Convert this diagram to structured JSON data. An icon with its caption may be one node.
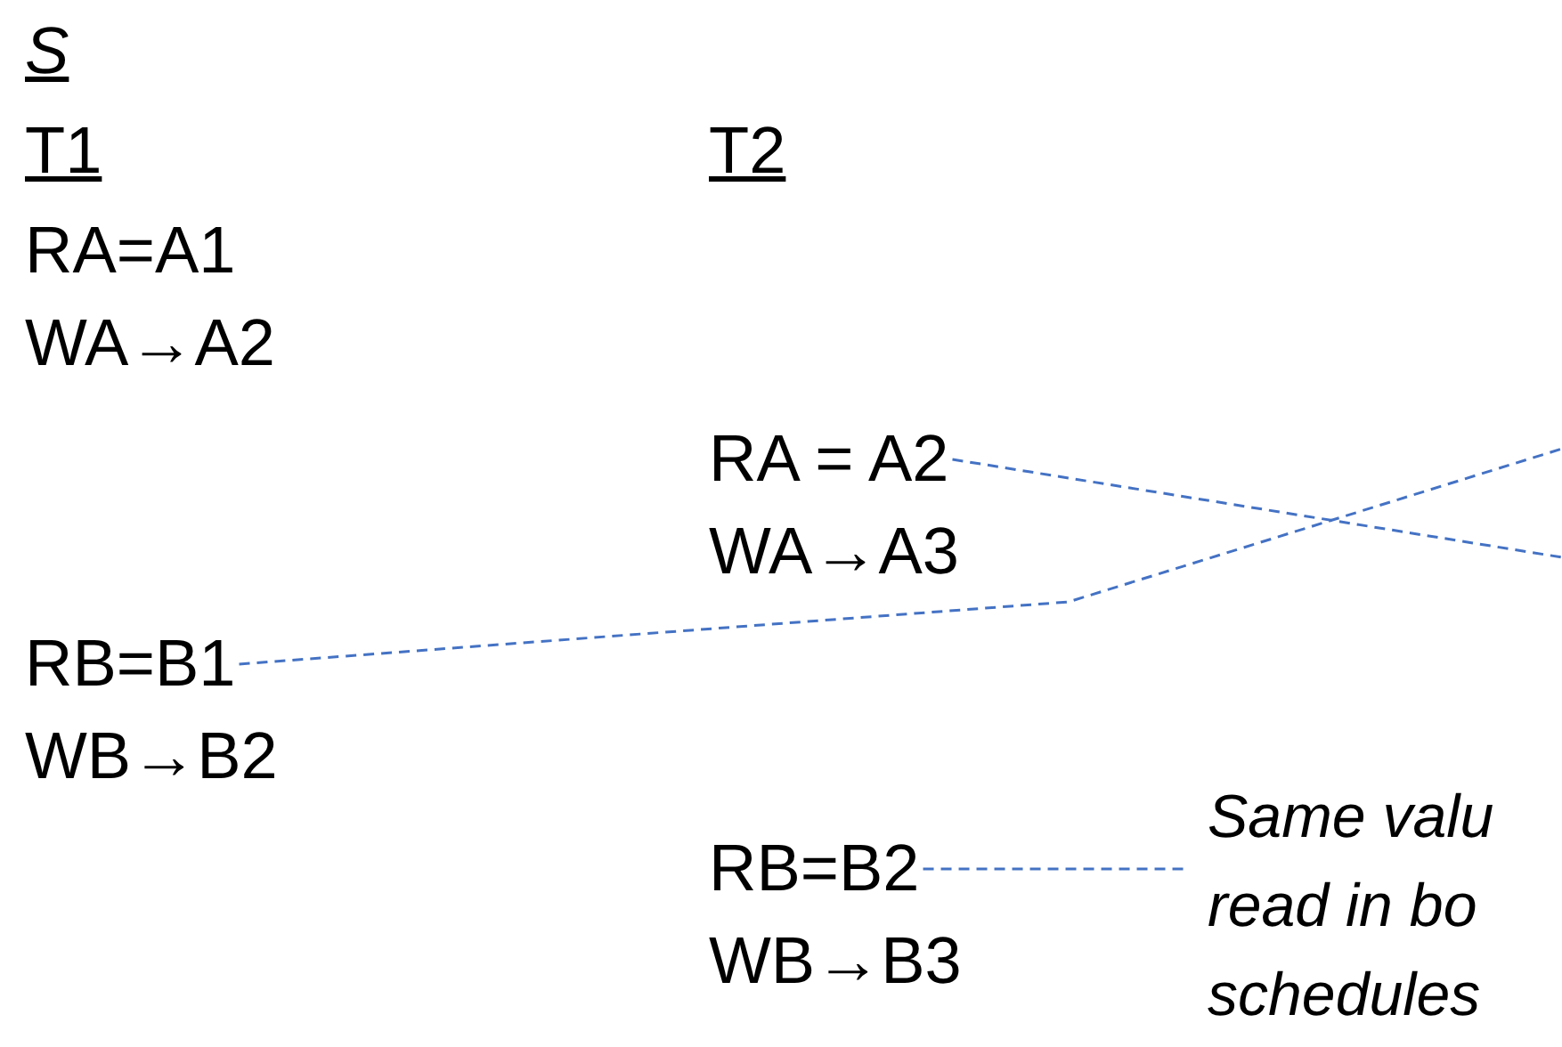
{
  "diagram": {
    "nodes": [
      {
        "text": [
          "RA = A2"
        ]
      },
      {
        "text": [
          "RB=B1"
        ]
      },
      {
        "text": [
          "RB=B2"
        ]
      }
    ],
    "edges": [
      {
        "from": 0,
        "to": null,
        "arrow": "none",
        "style": "dashed"
      },
      {
        "from": 1,
        "to": null,
        "arrow": "none",
        "style": "dashed"
      },
      {
        "from": 2,
        "to": null,
        "arrow": "none",
        "style": "dashed"
      }
    ],
    "labels": [
      "S",
      "T1",
      "T2",
      "RA=A1",
      "WA→A2",
      "WA→A3",
      "WB→B2",
      "WB→B3",
      "Same valu read in bo schedules"
    ]
  }
}
